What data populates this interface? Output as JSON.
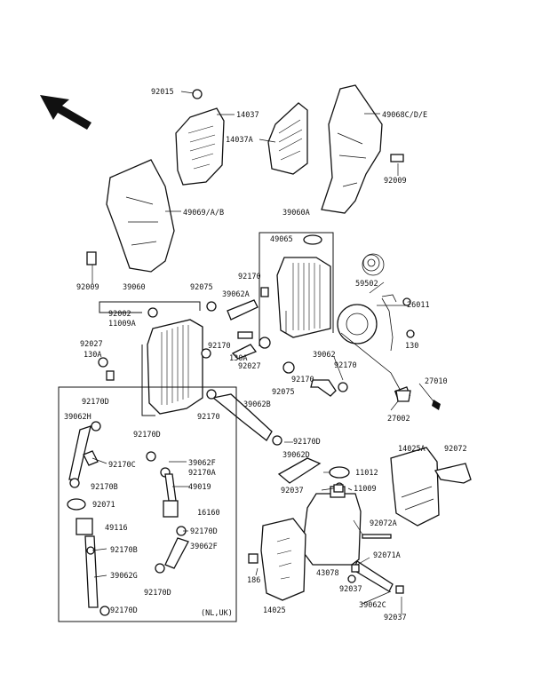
{
  "labels": [
    {
      "id": "l1",
      "text": "92015"
    },
    {
      "id": "l2",
      "text": "14037"
    },
    {
      "id": "l3",
      "text": "14037A"
    },
    {
      "id": "l4",
      "text": "49068C/D/E"
    },
    {
      "id": "l5",
      "text": "92009"
    },
    {
      "id": "l6",
      "text": "49069/A/B"
    },
    {
      "id": "l7",
      "text": "39060A"
    },
    {
      "id": "l8",
      "text": "49065"
    },
    {
      "id": "l9",
      "text": "92009"
    },
    {
      "id": "l10",
      "text": "39060"
    },
    {
      "id": "l11",
      "text": "92075"
    },
    {
      "id": "l12",
      "text": "92170"
    },
    {
      "id": "l13",
      "text": "39062A"
    },
    {
      "id": "l14",
      "text": "59502"
    },
    {
      "id": "l15",
      "text": "26011"
    },
    {
      "id": "l16",
      "text": "92002"
    },
    {
      "id": "l17",
      "text": "11009A"
    },
    {
      "id": "l18",
      "text": "92027"
    },
    {
      "id": "l19",
      "text": "130A"
    },
    {
      "id": "l20",
      "text": "92170"
    },
    {
      "id": "l21",
      "text": "130A"
    },
    {
      "id": "l22",
      "text": "130"
    },
    {
      "id": "l23",
      "text": "92027"
    },
    {
      "id": "l24",
      "text": "39062"
    },
    {
      "id": "l25",
      "text": "92170"
    },
    {
      "id": "l26",
      "text": "92075"
    },
    {
      "id": "l27",
      "text": "92170"
    },
    {
      "id": "l28",
      "text": "27010"
    },
    {
      "id": "l29",
      "text": "92170"
    },
    {
      "id": "l30",
      "text": "39062B"
    },
    {
      "id": "l31",
      "text": "27002"
    },
    {
      "id": "l32",
      "text": "92170D"
    },
    {
      "id": "l33",
      "text": "39062H"
    },
    {
      "id": "l34",
      "text": "92170D"
    },
    {
      "id": "l35",
      "text": "92170D"
    },
    {
      "id": "l36",
      "text": "14025A"
    },
    {
      "id": "l37",
      "text": "92072"
    },
    {
      "id": "l38",
      "text": "92170C"
    },
    {
      "id": "l39",
      "text": "39062F"
    },
    {
      "id": "l40",
      "text": "92170A"
    },
    {
      "id": "l41",
      "text": "39062D"
    },
    {
      "id": "l42",
      "text": "11012"
    },
    {
      "id": "l43",
      "text": "92170B"
    },
    {
      "id": "l44",
      "text": "49019"
    },
    {
      "id": "l45",
      "text": "92037"
    },
    {
      "id": "l46",
      "text": "11009"
    },
    {
      "id": "l47",
      "text": "92071"
    },
    {
      "id": "l48",
      "text": "16160"
    },
    {
      "id": "l49",
      "text": "92072A"
    },
    {
      "id": "l50",
      "text": "49116"
    },
    {
      "id": "l51",
      "text": "92170D"
    },
    {
      "id": "l52",
      "text": "92170B"
    },
    {
      "id": "l53",
      "text": "39062F"
    },
    {
      "id": "l54",
      "text": "92071A"
    },
    {
      "id": "l55",
      "text": "39062G"
    },
    {
      "id": "l56",
      "text": "186"
    },
    {
      "id": "l57",
      "text": "43078"
    },
    {
      "id": "l58",
      "text": "92037"
    },
    {
      "id": "l59",
      "text": "92170D"
    },
    {
      "id": "l60",
      "text": "39062C"
    },
    {
      "id": "l61",
      "text": "92170D"
    },
    {
      "id": "l62",
      "text": "(NL,UK)"
    },
    {
      "id": "l63",
      "text": "14025"
    },
    {
      "id": "l64",
      "text": "92037"
    }
  ]
}
